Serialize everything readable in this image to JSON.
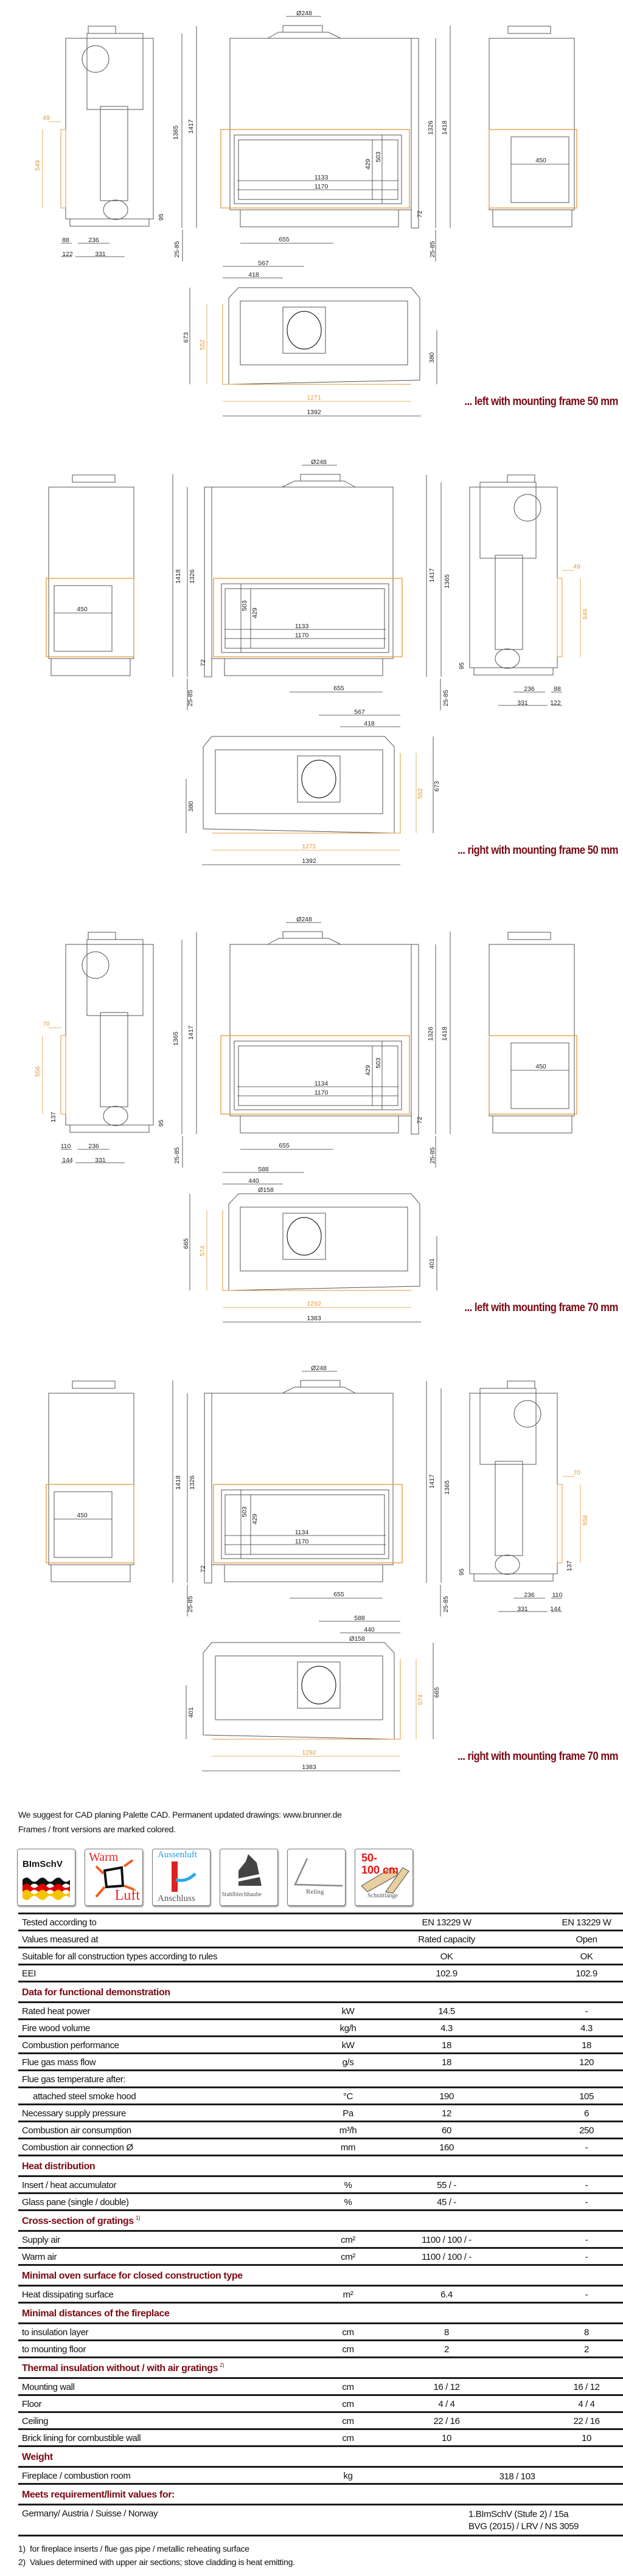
{
  "sections": [
    {
      "caption": "... left with mounting frame 50 mm",
      "mirror": false,
      "dims": {
        "d248": "Ø248",
        "h1365": "1365",
        "h1417": "1417",
        "frame_offset": "49",
        "frame_height": "549",
        "d95": "95",
        "h1326": "1326",
        "h1418": "1418",
        "glass_h1": "429",
        "glass_h2": "503",
        "glass_w1": "1133",
        "glass_w2": "1170",
        "d72": "72",
        "side_glass": "450",
        "b1": "88",
        "b2": "236",
        "b3": "122",
        "b4": "331",
        "adj1": "25-85",
        "adj2": "25-85",
        "d655": "655",
        "p1": "567",
        "p2": "418",
        "pd": "673",
        "pf": "552",
        "pc": "380",
        "pw_frame": "1271",
        "pw": "1392"
      }
    },
    {
      "caption": "... right with mounting frame 50 mm",
      "mirror": true,
      "dims": {
        "d248": "Ø248",
        "h1365": "1365",
        "h1417": "1417",
        "frame_offset": "49",
        "frame_height": "549",
        "d95": "95",
        "h1326": "1326",
        "h1418": "1418",
        "glass_h1": "429",
        "glass_h2": "503",
        "glass_w1": "1133",
        "glass_w2": "1170",
        "d72": "72",
        "side_glass": "450",
        "b1": "88",
        "b2": "236",
        "b3": "122",
        "b4": "331",
        "adj1": "25-85",
        "adj2": "25-85",
        "d655": "655",
        "p1": "567",
        "p2": "418",
        "pd": "673",
        "pf": "552",
        "pc": "380",
        "pw_frame": "1271",
        "pw": "1392"
      }
    },
    {
      "caption": "... left with mounting frame 70 mm",
      "mirror": false,
      "dims": {
        "d248": "Ø248",
        "h1365": "1365",
        "h1417": "1417",
        "frame_offset": "70",
        "frame_height": "556",
        "d95": "95",
        "d137": "137",
        "h1326": "1326",
        "h1418": "1418",
        "glass_h1": "429",
        "glass_h2": "503",
        "glass_w1": "1134",
        "glass_w2": "1170",
        "d72": "72",
        "side_glass": "450",
        "b1": "110",
        "b2": "236",
        "b3": "144",
        "b4": "331",
        "adj1": "25-85",
        "adj2": "25-85",
        "d655": "655",
        "p1": "588",
        "p2": "440",
        "p_d158": "Ø158",
        "pd": "665",
        "pf": "574",
        "pc": "401",
        "pw_frame": "1292",
        "pw": "1383"
      }
    },
    {
      "caption": "... right with mounting frame 70 mm",
      "mirror": true,
      "dims": {
        "d248": "Ø248",
        "h1365": "1365",
        "h1417": "1417",
        "frame_offset": "70",
        "frame_height": "556",
        "d95": "95",
        "d137": "137",
        "h1326": "1326",
        "h1418": "1418",
        "glass_h1": "429",
        "glass_h2": "503",
        "glass_w1": "1134",
        "glass_w2": "1170",
        "d72": "72",
        "side_glass": "450",
        "b1": "110",
        "b2": "236",
        "b3": "144",
        "b4": "331",
        "adj1": "25-85",
        "adj2": "25-85",
        "d655": "655",
        "p1": "588",
        "p2": "440",
        "p_d158": "Ø158",
        "pd": "665",
        "pf": "574",
        "pc": "401",
        "pw_frame": "1292",
        "pw": "1383"
      }
    }
  ],
  "colors": {
    "frame": "#e39a3b",
    "heading": "#7a0a14",
    "line": "#555555"
  },
  "intro": {
    "line1": "We suggest for CAD planing Palette CAD. Permanent updated drawings: www.brunner.de",
    "line2": "Frames / front versions are marked colored."
  },
  "icons": [
    {
      "name": "bimschv-icon",
      "label": "BImSchV"
    },
    {
      "name": "warm-air-icon",
      "label_top": "Warm",
      "label_bottom": "Luft"
    },
    {
      "name": "outside-air-icon",
      "label_top": "Aussenluft",
      "label_bottom": "Anschluss"
    },
    {
      "name": "steel-hood-icon",
      "label": "Stahlblechhaube"
    },
    {
      "name": "railing-icon",
      "label": "Reling"
    },
    {
      "name": "log-length-icon",
      "label_top": "50-",
      "label_mid": "100 cm",
      "label": "Schnittlänge"
    }
  ],
  "table": {
    "top_rows": [
      {
        "label": "Tested according to",
        "v1": "EN 13229 W",
        "v2": "EN 13229 W"
      },
      {
        "label": "Values measured at",
        "v1": "Rated capacity",
        "v2": "Open"
      },
      {
        "label": "Suitable for all construction types according to rules",
        "v1": "OK",
        "v2": "OK"
      },
      {
        "label": "EEI",
        "v1": "102.9",
        "v2": "102.9"
      }
    ],
    "functional": {
      "heading": "Data for functional demonstration",
      "rows": [
        {
          "label": "Rated heat power",
          "unit": "kW",
          "v1": "14.5",
          "v2": "-"
        },
        {
          "label": "Fire wood volume",
          "unit": "kg/h",
          "v1": "4.3",
          "v2": "4.3"
        },
        {
          "label": "Combustion performance",
          "unit": "kW",
          "v1": "18",
          "v2": "18"
        },
        {
          "label": "Flue gas mass flow",
          "unit": "g/s",
          "v1": "18",
          "v2": "120"
        },
        {
          "label": "Flue gas temperature after:"
        },
        {
          "label": "attached steel smoke hood",
          "unit": "°C",
          "v1": "190",
          "v2": "105"
        },
        {
          "label": "Necessary supply pressure",
          "unit": "Pa",
          "v1": "12",
          "v2": "6"
        },
        {
          "label": "Combustion air consumption",
          "unit": "m³/h",
          "v1": "60",
          "v2": "250"
        },
        {
          "label": "Combustion air connection Ø",
          "unit": "mm",
          "v1": "160",
          "v2": "-"
        }
      ]
    },
    "heat": {
      "heading": "Heat distribution",
      "rows": [
        {
          "label": "Insert / heat accumulator",
          "unit": "%",
          "v1": "55 / -",
          "v2": "-"
        },
        {
          "label": "Glass pane (single / double)",
          "unit": "%",
          "v1": "45 / -",
          "v2": "-"
        }
      ]
    },
    "gratings": {
      "heading": "Cross-section of gratings",
      "note": "1)",
      "rows": [
        {
          "label": "Supply air",
          "unit": "cm²",
          "v1": "1100 / 100 / -",
          "v2": "-"
        },
        {
          "label": "Warm air",
          "unit": "cm²",
          "v1": "1100 / 100 / -",
          "v2": "-"
        }
      ]
    },
    "oven": {
      "heading": "Minimal oven surface for closed construction type",
      "rows": [
        {
          "label": "Heat dissipating surface",
          "unit": "m²",
          "v1": "6.4",
          "v2": "-"
        }
      ]
    },
    "distances": {
      "heading": "Minimal distances of the fireplace",
      "rows": [
        {
          "label": "to insulation layer",
          "unit": "cm",
          "v1": "8",
          "v2": "8"
        },
        {
          "label": "to mounting floor",
          "unit": "cm",
          "v1": "2",
          "v2": "2"
        }
      ]
    },
    "insulation": {
      "heading": "Thermal insulation without / with air gratings",
      "note": "2)",
      "rows": [
        {
          "label": "Mounting wall",
          "unit": "cm",
          "v1": "16 / 12",
          "v2": "16 / 12"
        },
        {
          "label": "Floor",
          "unit": "cm",
          "v1": "4 / 4",
          "v2": "4 / 4"
        },
        {
          "label": "Ceiling",
          "unit": "cm",
          "v1": "22 / 16",
          "v2": "22 / 16"
        },
        {
          "label": "Brick lining for combustible wall",
          "unit": "cm",
          "v1": "10",
          "v2": "10"
        }
      ]
    },
    "weight": {
      "heading": "Weight",
      "label": "Fireplace / combustion room",
      "unit": "kg",
      "value": "318 / 103"
    },
    "meets": {
      "heading": "Meets requirement/limit values for:",
      "label": "Germany/ Austria / Suisse / Norway",
      "value_line1": "1.BImSchV (Stufe 2) / 15a",
      "value_line2": "BVG (2015) / LRV / NS 3059"
    }
  },
  "footnotes": [
    {
      "num": "1)",
      "text": "for fireplace inserts / flue gas pipe / metallic reheating surface"
    },
    {
      "num": "2)",
      "text": "Values determined with upper air sections; stove cladding is heat emitting."
    }
  ]
}
